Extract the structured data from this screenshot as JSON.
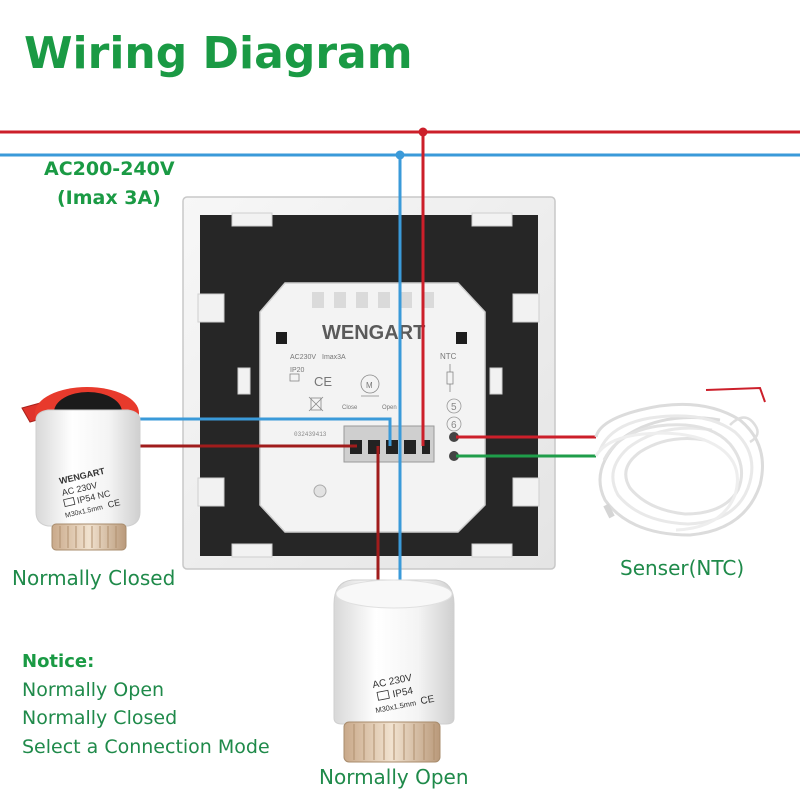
{
  "title": "Wiring Diagram",
  "supply": {
    "voltage": "AC200-240V",
    "current": "(Imax 3A)"
  },
  "thermostat": {
    "brand": "WENGART",
    "rating_left": "AC230V",
    "rating_right": "Imax3A",
    "ip": "IP20",
    "ce": "CE",
    "ntc": "NTC",
    "terminal_close": "Close",
    "terminal_open": "Open",
    "terminal_5": "5",
    "terminal_6": "6",
    "serial": "032439413"
  },
  "actuator_nc": {
    "label": "Normally Closed",
    "brand": "WENGART",
    "voltage": "AC 230V",
    "spec": "IP54 NC",
    "thread": "M30x1.5mm",
    "ce": "CE"
  },
  "actuator_no": {
    "label": "Normally Open",
    "voltage": "AC 230V",
    "spec": "IP54",
    "thread": "M30x1.5mm",
    "ce": "CE"
  },
  "sensor": {
    "label": "Senser(NTC)"
  },
  "notice": {
    "title": "Notice:",
    "lines": [
      "Normally Open",
      "Normally Closed",
      "Select a Connection Mode"
    ]
  },
  "colors": {
    "title_green": "#1a9a44",
    "live_red": "#cc1f2a",
    "neutral_blue": "#3a9ad9",
    "dark_red": "#a01c1c",
    "sensor_green": "#1f9d4a"
  }
}
